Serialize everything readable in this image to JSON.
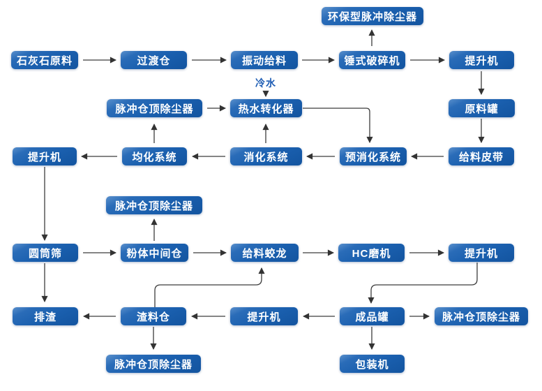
{
  "diagram": {
    "colors": {
      "background": "#ffffff",
      "node_fill": "#1a5fae",
      "node_text": "#ffffff",
      "arrow": "#3c3c3c",
      "cold_water_text": "#1d5cb4"
    },
    "annotations": {
      "cold_water": "冷水"
    },
    "nodes": [
      {
        "id": "eco-pulse-collector",
        "label": "环保型脉冲除尘器"
      },
      {
        "id": "limestone-raw",
        "label": "石灰石原料"
      },
      {
        "id": "transfer-bin",
        "label": "过渡仓"
      },
      {
        "id": "vibrating-feeder",
        "label": "振动给料"
      },
      {
        "id": "hammer-crusher",
        "label": "锤式破碎机"
      },
      {
        "id": "elevator-top",
        "label": "提升机"
      },
      {
        "id": "pulse-bin-collector-1",
        "label": "脉冲仓顶除尘器"
      },
      {
        "id": "hot-water-converter",
        "label": "热水转化器"
      },
      {
        "id": "raw-material-tank",
        "label": "原料罐"
      },
      {
        "id": "elevator-left",
        "label": "提升机"
      },
      {
        "id": "homogenizing-system",
        "label": "均化系统"
      },
      {
        "id": "digestion-system",
        "label": "消化系统"
      },
      {
        "id": "pre-digestion-system",
        "label": "预消化系统"
      },
      {
        "id": "feeding-belt",
        "label": "给料皮带"
      },
      {
        "id": "pulse-bin-collector-2",
        "label": "脉冲仓顶除尘器"
      },
      {
        "id": "drum-screen",
        "label": "圆筒筛"
      },
      {
        "id": "powder-middle-bin",
        "label": "粉体中间仓"
      },
      {
        "id": "feeding-auger",
        "label": "给料蛟龙"
      },
      {
        "id": "hc-mill",
        "label": "HC磨机"
      },
      {
        "id": "elevator-mill",
        "label": "提升机"
      },
      {
        "id": "slag-discharge",
        "label": "排渣"
      },
      {
        "id": "slag-bin",
        "label": "渣料仓"
      },
      {
        "id": "elevator-bottom",
        "label": "提升机"
      },
      {
        "id": "product-tank",
        "label": "成品罐"
      },
      {
        "id": "pulse-bin-collector-3",
        "label": "脉冲仓顶除尘器"
      },
      {
        "id": "pulse-bin-collector-4",
        "label": "脉冲仓顶除尘器"
      },
      {
        "id": "packing-machine",
        "label": "包装机"
      }
    ],
    "edges": [
      {
        "from": "limestone-raw",
        "to": "transfer-bin"
      },
      {
        "from": "transfer-bin",
        "to": "vibrating-feeder"
      },
      {
        "from": "vibrating-feeder",
        "to": "hammer-crusher"
      },
      {
        "from": "hammer-crusher",
        "to": "elevator-top"
      },
      {
        "from": "hammer-crusher",
        "to": "eco-pulse-collector"
      },
      {
        "from": "elevator-top",
        "to": "raw-material-tank"
      },
      {
        "from": "raw-material-tank",
        "to": "feeding-belt"
      },
      {
        "from": "feeding-belt",
        "to": "pre-digestion-system"
      },
      {
        "from": "pre-digestion-system",
        "to": "digestion-system"
      },
      {
        "from": "digestion-system",
        "to": "homogenizing-system"
      },
      {
        "from": "homogenizing-system",
        "to": "elevator-left"
      },
      {
        "from": "digestion-system",
        "to": "hot-water-converter"
      },
      {
        "from": "homogenizing-system",
        "to": "pulse-bin-collector-1"
      },
      {
        "from": "pulse-bin-collector-1",
        "to": "hot-water-converter"
      },
      {
        "from": "cold-water",
        "to": "hot-water-converter"
      },
      {
        "from": "hot-water-converter",
        "to": "pre-digestion-system"
      },
      {
        "from": "elevator-left",
        "to": "drum-screen"
      },
      {
        "from": "drum-screen",
        "to": "powder-middle-bin"
      },
      {
        "from": "powder-middle-bin",
        "to": "pulse-bin-collector-2"
      },
      {
        "from": "powder-middle-bin",
        "to": "feeding-auger"
      },
      {
        "from": "feeding-auger",
        "to": "hc-mill"
      },
      {
        "from": "hc-mill",
        "to": "elevator-mill"
      },
      {
        "from": "elevator-mill",
        "to": "product-tank"
      },
      {
        "from": "slag-bin",
        "to": "feeding-auger"
      },
      {
        "from": "drum-screen",
        "to": "slag-discharge"
      },
      {
        "from": "slag-bin",
        "to": "slag-discharge"
      },
      {
        "from": "elevator-bottom",
        "to": "slag-bin"
      },
      {
        "from": "product-tank",
        "to": "elevator-bottom"
      },
      {
        "from": "product-tank",
        "to": "pulse-bin-collector-3"
      },
      {
        "from": "product-tank",
        "to": "packing-machine"
      },
      {
        "from": "slag-bin",
        "to": "pulse-bin-collector-4"
      }
    ]
  }
}
